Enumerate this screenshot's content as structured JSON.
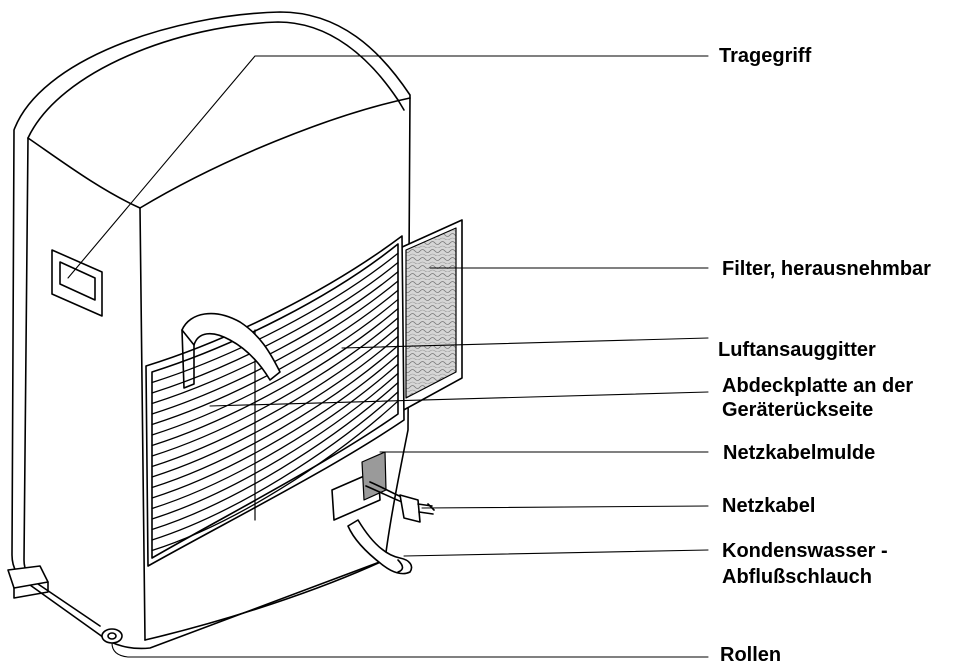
{
  "labels": {
    "tragegriff": "Tragegriff",
    "filter": "Filter, herausnehmbar",
    "luftansauggitter": "Luftansauggitter",
    "abdeckplatte_line1": "Abdeckplatte an der",
    "abdeckplatte_line2": "Geräterückseite",
    "netzkabelmulde": "Netzkabelmulde",
    "netzkabel": "Netzkabel",
    "kondenswasser_line1": "Kondenswasser -",
    "kondenswasser_line2": "Abflußschlauch",
    "rollen": "Rollen"
  }
}
